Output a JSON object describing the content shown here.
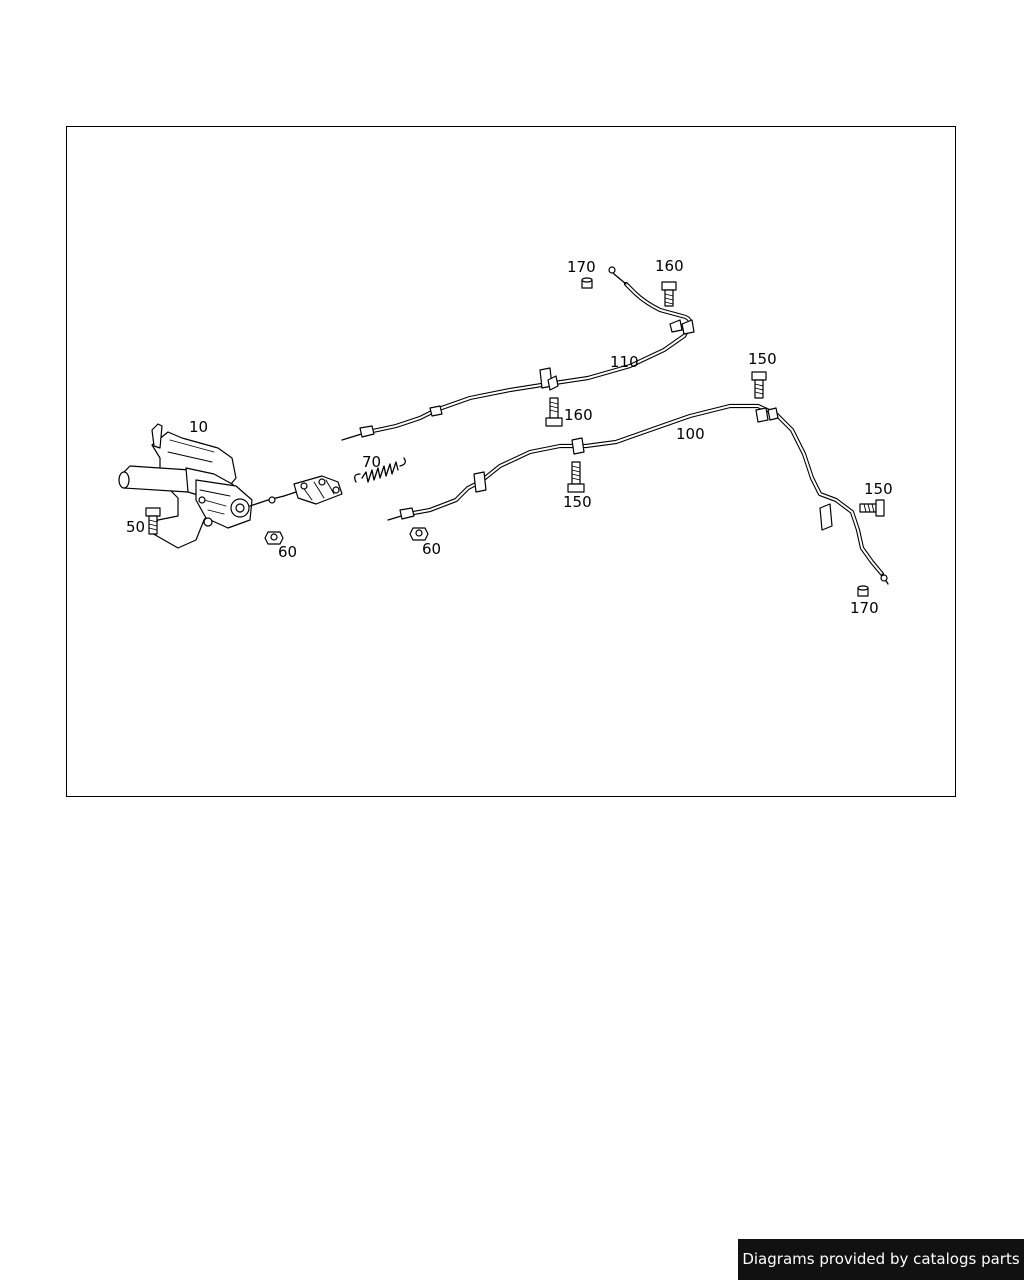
{
  "diagram": {
    "callouts": {
      "c10": "10",
      "c50": "50",
      "c60a": "60",
      "c60b": "60",
      "c70": "70",
      "c100": "100",
      "c110": "110",
      "c150a": "150",
      "c150b": "150",
      "c150c": "150",
      "c160a": "160",
      "c160b": "160",
      "c170a": "170",
      "c170b": "170"
    }
  },
  "footer": {
    "credit": "Diagrams provided by catalogs parts"
  }
}
